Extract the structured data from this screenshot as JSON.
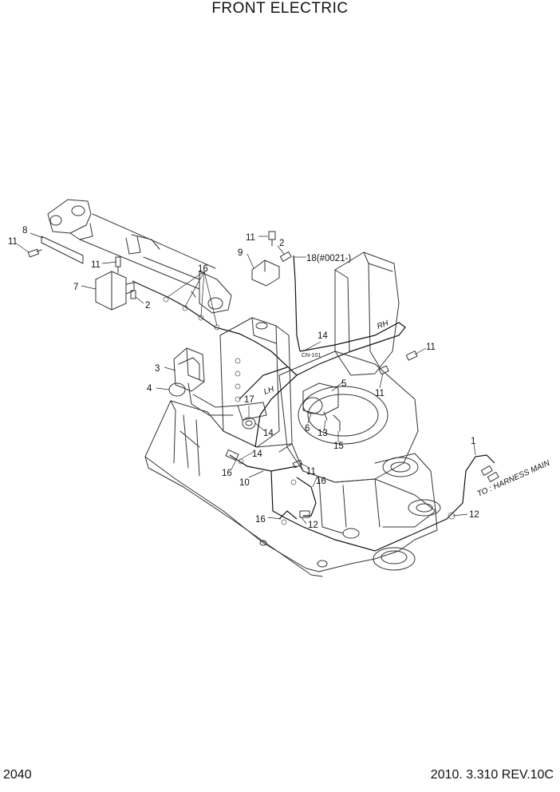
{
  "title": "FRONT ELECTRIC",
  "page_number": "2040",
  "revision": "2010. 3.310  REV.10C",
  "annotations": {
    "harness": "TO : HARNESS MAIN",
    "connector": "CN-101",
    "rh": "RH",
    "lh": "LH"
  },
  "callouts": [
    "11",
    "8",
    "11",
    "7",
    "2",
    "16",
    "11",
    "2",
    "9",
    "18(#0021-)",
    "14",
    "3",
    "4",
    "17",
    "14",
    "14",
    "16",
    "10",
    "11",
    "16",
    "16",
    "12",
    "5",
    "6",
    "13",
    "15",
    "11",
    "11",
    "1",
    "12"
  ]
}
